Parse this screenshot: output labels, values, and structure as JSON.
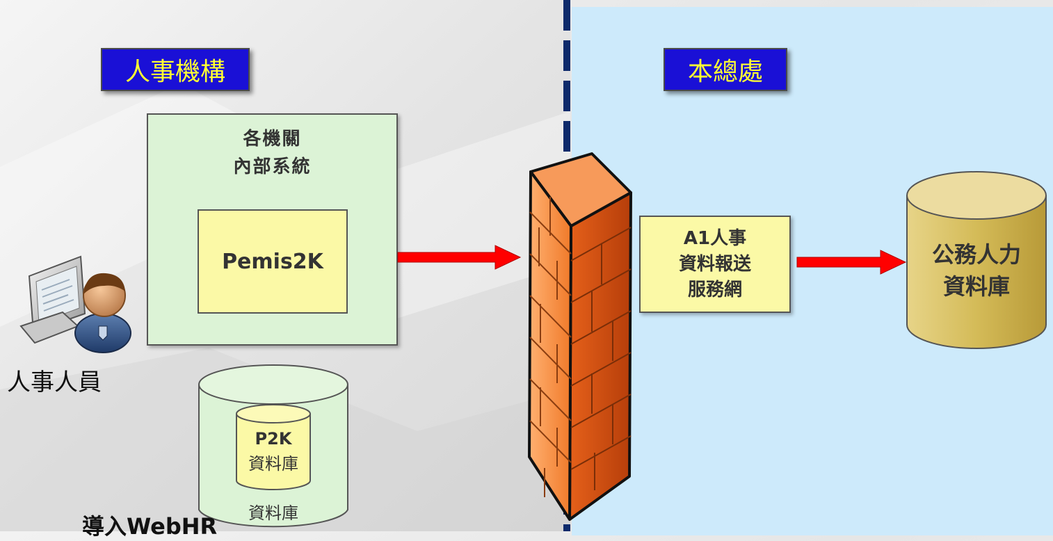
{
  "left_region": {
    "title": "人事機構",
    "system_box": {
      "line1": "各機關",
      "line2": "內部系統"
    },
    "app_box": "Pemis2K",
    "staff_label": "人事人員",
    "db_outer_label": "資料庫",
    "db_inner": {
      "line1": "P2K",
      "line2": "資料庫"
    },
    "bottom_text": "導入WebHR"
  },
  "right_region": {
    "title": "本總處",
    "service_box": {
      "line1": "A1人事",
      "line2": "資料報送",
      "line3": "服務網"
    },
    "central_db": {
      "line1": "公務人力",
      "line2": "資料庫"
    }
  },
  "colors": {
    "title_bg": "#1a10d6",
    "title_text": "#ffff33",
    "right_panel": "#cdeafb",
    "system_box": "#dcf3d6",
    "app_box": "#fbf9a6",
    "arrow": "#ff0000",
    "divider": "#0d2a6b"
  },
  "icons": {
    "firewall": "firewall-brick-wall-icon",
    "user": "computer-user-icon",
    "arrow": "right-arrow-icon"
  }
}
